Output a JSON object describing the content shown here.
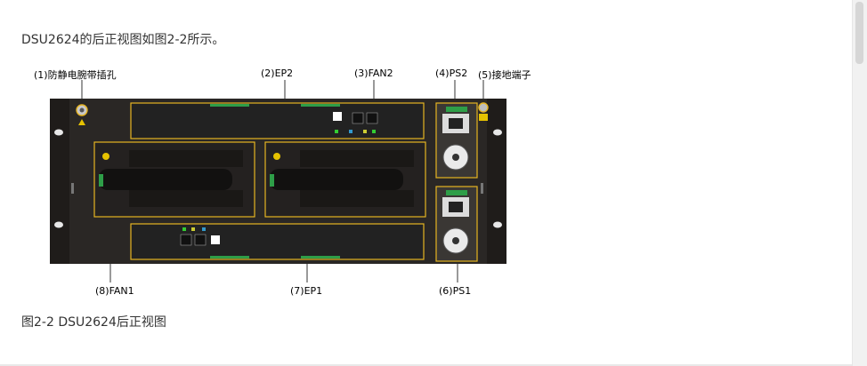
{
  "intro_text": "DSU2624的后正视图如图2-2所示。",
  "callouts": {
    "c1": "(1)防静电腕带插孔",
    "c2": "(2)EP2",
    "c3": "(3)FAN2",
    "c4": "(4)PS2",
    "c5": "(5)接地端子",
    "c6": "(6)PS1",
    "c7": "(7)EP1",
    "c8": "(8)FAN1"
  },
  "caption": "图2-2 DSU2624后正视图",
  "colors": {
    "chassis": "#2a2725",
    "callout_frame": "#e6b422",
    "green_strip": "#2e9e48",
    "text": "#333333"
  }
}
